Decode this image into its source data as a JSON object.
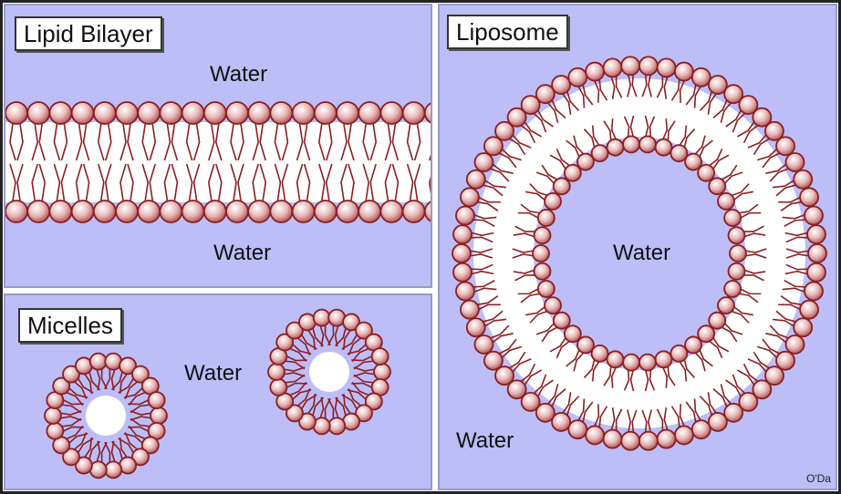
{
  "panels": {
    "bilayer": {
      "title": "Lipid Bilayer",
      "water_top": "Water",
      "water_bottom": "Water"
    },
    "micelles": {
      "title": "Micelles",
      "water": "Water"
    },
    "liposome": {
      "title": "Liposome",
      "water_inner": "Water",
      "water_outer": "Water",
      "credit": "O'Da"
    }
  },
  "colors": {
    "background": "#bdbdf7",
    "head_fill": "#e8b8b8",
    "head_stroke": "#8a1f22",
    "tail": "#8a1f22",
    "core": "#ffffff"
  }
}
